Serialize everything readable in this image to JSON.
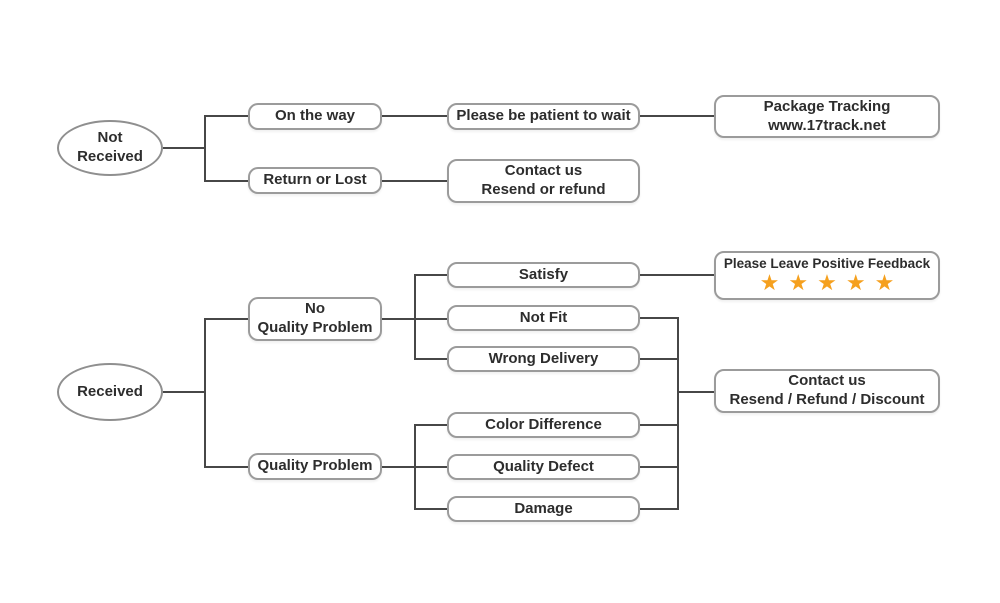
{
  "flowchart": {
    "not_received": {
      "line1": "Not",
      "line2": "Received"
    },
    "received": {
      "label": "Received"
    },
    "on_the_way": {
      "label": "On the way"
    },
    "return_or_lost": {
      "label": "Return or Lost"
    },
    "be_patient": {
      "label": "Please be patient to wait"
    },
    "package_tracking": {
      "line1": "Package Tracking",
      "line2": "www.17track.net"
    },
    "contact_resend_refund": {
      "line1": "Contact us",
      "line2": "Resend or refund"
    },
    "no_quality_problem": {
      "line1": "No",
      "line2": "Quality Problem"
    },
    "quality_problem": {
      "label": "Quality Problem"
    },
    "satisfy": {
      "label": "Satisfy"
    },
    "not_fit": {
      "label": "Not Fit"
    },
    "wrong_delivery": {
      "label": "Wrong Delivery"
    },
    "color_difference": {
      "label": "Color Difference"
    },
    "quality_defect": {
      "label": "Quality Defect"
    },
    "damage": {
      "label": "Damage"
    },
    "positive_feedback": {
      "label": "Please Leave Positive Feedback",
      "star_char": "★",
      "star_count": 5
    },
    "contact_discount": {
      "line1": "Contact us",
      "line2": "Resend / Refund / Discount"
    }
  },
  "colors": {
    "background": "#ffffff",
    "connector_line": "#474747",
    "node_border": "#9b9b9b",
    "text": "#2d2d2d",
    "star": "#F5A01E"
  }
}
